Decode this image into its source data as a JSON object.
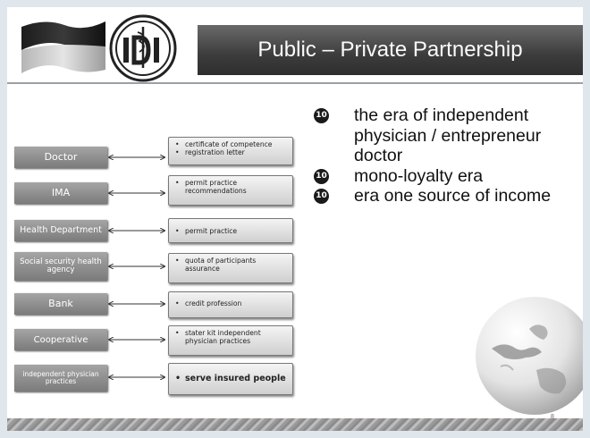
{
  "header": {
    "title": "Public – Private Partnership"
  },
  "logo": {
    "text": "IDI",
    "icon": "medical-snake-staff-icon"
  },
  "flag": {
    "icon": "indonesian-flag-icon",
    "colors": [
      "#2a2a2a",
      "#c8c8c8"
    ]
  },
  "left_boxes": [
    "Doctor",
    "IMA",
    "Health Department",
    "Social security health agency",
    "Bank",
    "Cooperative",
    "independent physician practices"
  ],
  "scrolls": [
    [
      "certificate of competence",
      "registration letter"
    ],
    [
      "permit practice recommendations"
    ],
    [
      "permit practice"
    ],
    [
      "quota of participants assurance"
    ],
    [
      "credit profession"
    ],
    [
      "stater kit independent physician practices"
    ],
    [
      "serve insured people"
    ]
  ],
  "bullets": [
    "the era of independent physician / entrepreneur doctor",
    "mono-loyalty era",
    "era one source of income"
  ],
  "bullet_mark": "10",
  "globe": {
    "icon": "globe-icon"
  },
  "page_number": "8"
}
